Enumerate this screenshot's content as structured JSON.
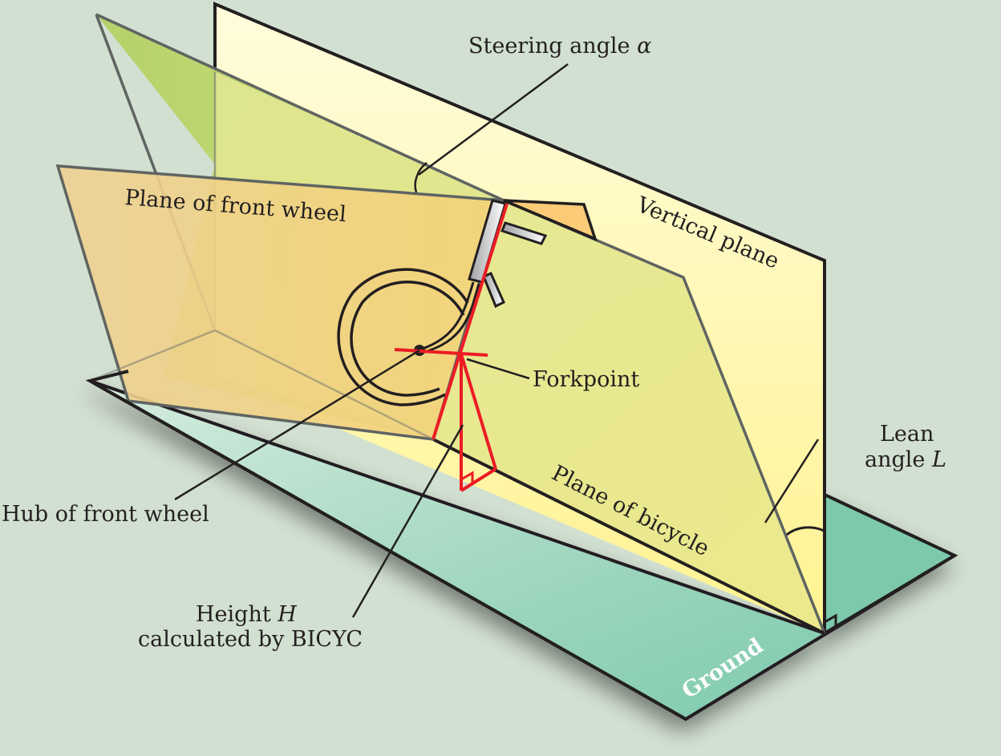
{
  "figure": {
    "labels": {
      "steering_angle": "Steering angle ",
      "steering_angle_symbol": "α",
      "plane_front_wheel": "Plane of front wheel",
      "vertical_plane": "Vertical plane",
      "forkpoint": "Forkpoint",
      "lean_line1": "Lean",
      "lean_line2": "angle ",
      "lean_symbol": "L",
      "plane_bicycle": "Plane of bicycle",
      "hub": "Hub of front wheel",
      "height_line1": "Height ",
      "height_symbol": "H",
      "height_line2": "calculated by BICYC",
      "ground": "Ground"
    },
    "colors": {
      "background": "#d2e0d1",
      "vertical_plane": "#fffad6",
      "bicycle_plane": "#e6e98e",
      "back_green_plane": "#b9d46a",
      "front_wheel_plane": "#f1cf7d",
      "ground": "#7fcaac",
      "ground_light": "#cde8d8",
      "construction_red": "#ec1c24",
      "outline": "#231f20",
      "plane_edge": "#5f6462"
    }
  }
}
